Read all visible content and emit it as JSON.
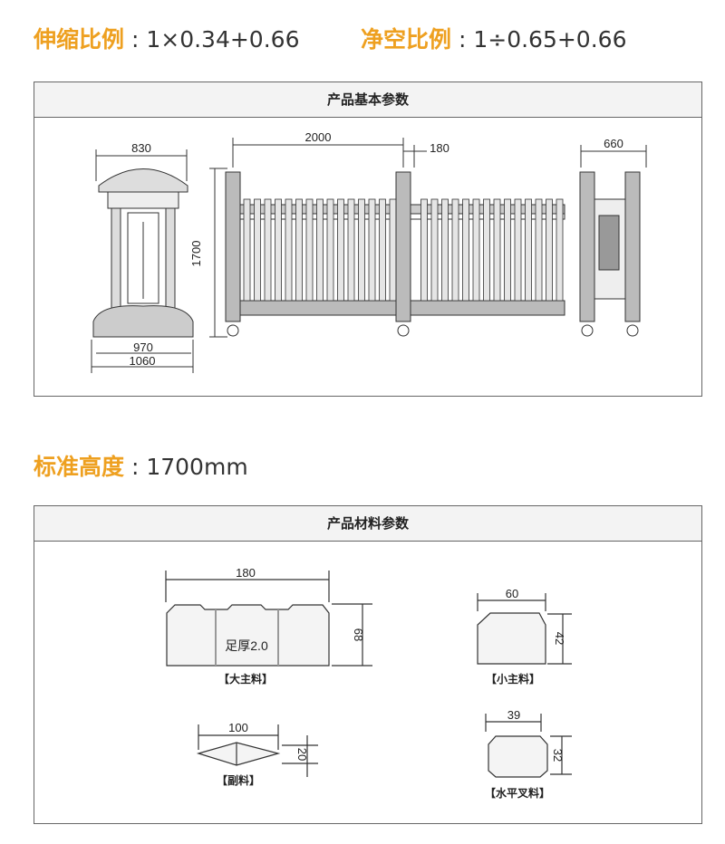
{
  "ratios": {
    "telescopic_label": "伸缩比例",
    "telescopic_value": "1×0.34+0.66",
    "clearance_label": "净空比例",
    "clearance_value": "1÷0.65+0.66"
  },
  "basic_params": {
    "title": "产品基本参数",
    "dims": {
      "pillar_top": "830",
      "height": "1700",
      "base_inner": "970",
      "base_outer": "1060",
      "section": "2000",
      "post": "180",
      "head": "660"
    }
  },
  "standard_height": {
    "label": "标准高度",
    "value": "1700mm"
  },
  "material_params": {
    "title": "产品材料参数",
    "big_main": {
      "label": "【大主料】",
      "width": "180",
      "height": "68",
      "note": "足厚2.0"
    },
    "small_main": {
      "label": "【小主料】",
      "width": "60",
      "height": "42"
    },
    "secondary": {
      "label": "【副料】",
      "width": "100",
      "height": "20"
    },
    "cross": {
      "label": "【水平叉料】",
      "width": "39",
      "height": "32"
    }
  },
  "colors": {
    "accent": "#eea020",
    "line": "#333333",
    "header_bg": "#f3f3f3"
  }
}
